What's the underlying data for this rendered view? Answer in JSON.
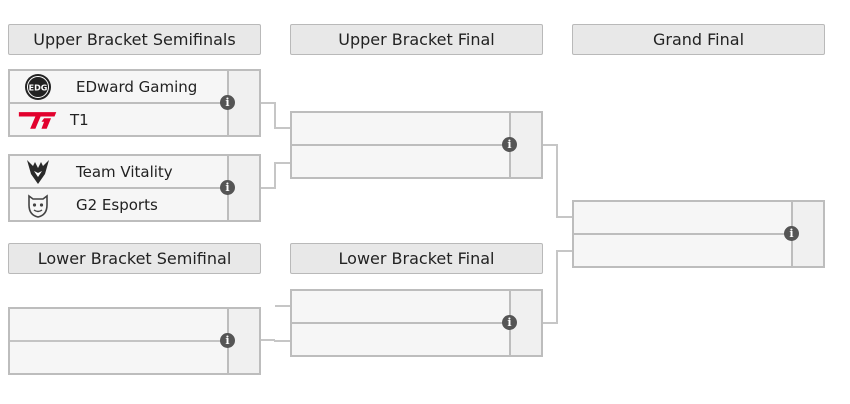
{
  "headers": {
    "upper_semifinals": "Upper Bracket Semifinals",
    "upper_final": "Upper Bracket Final",
    "grand_final": "Grand Final",
    "lower_semifinal": "Lower Bracket Semifinal",
    "lower_final": "Lower Bracket Final"
  },
  "matches": {
    "usf1": {
      "team1": "EDward Gaming",
      "team2": "T1"
    },
    "usf2": {
      "team1": "Team Vitality",
      "team2": "G2 Esports"
    }
  },
  "info_glyph": "i",
  "logos": {
    "edg": "EDG"
  },
  "icons": [
    "edg-logo-icon",
    "t1-logo-icon",
    "vitality-logo-icon",
    "g2-logo-icon",
    "info-icon"
  ],
  "colors": {
    "header_bg": "#e8e8e8",
    "border": "#bdbdbd",
    "info": "#555555",
    "t1_red": "#e2012d"
  }
}
